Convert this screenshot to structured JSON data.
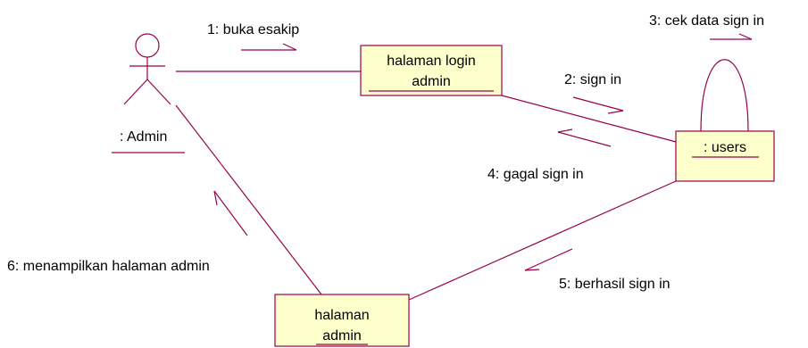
{
  "diagram": {
    "actor": {
      "label": ": Admin"
    },
    "objects": {
      "login_page": {
        "line1": "halaman login",
        "line2": "admin"
      },
      "users": {
        "label": ": users"
      },
      "admin_page": {
        "line1": "halaman",
        "line2": "admin"
      }
    },
    "messages": {
      "m1": "1: buka esakip",
      "m2": "2: sign in",
      "m3": "3: cek data sign in",
      "m4": "4: gagal sign in",
      "m5": "5: berhasil sign in",
      "m6": "6: menampilkan halaman admin"
    },
    "colors": {
      "line": "#99004d",
      "box_fill": "#ffffcc",
      "text": "#000000"
    }
  }
}
